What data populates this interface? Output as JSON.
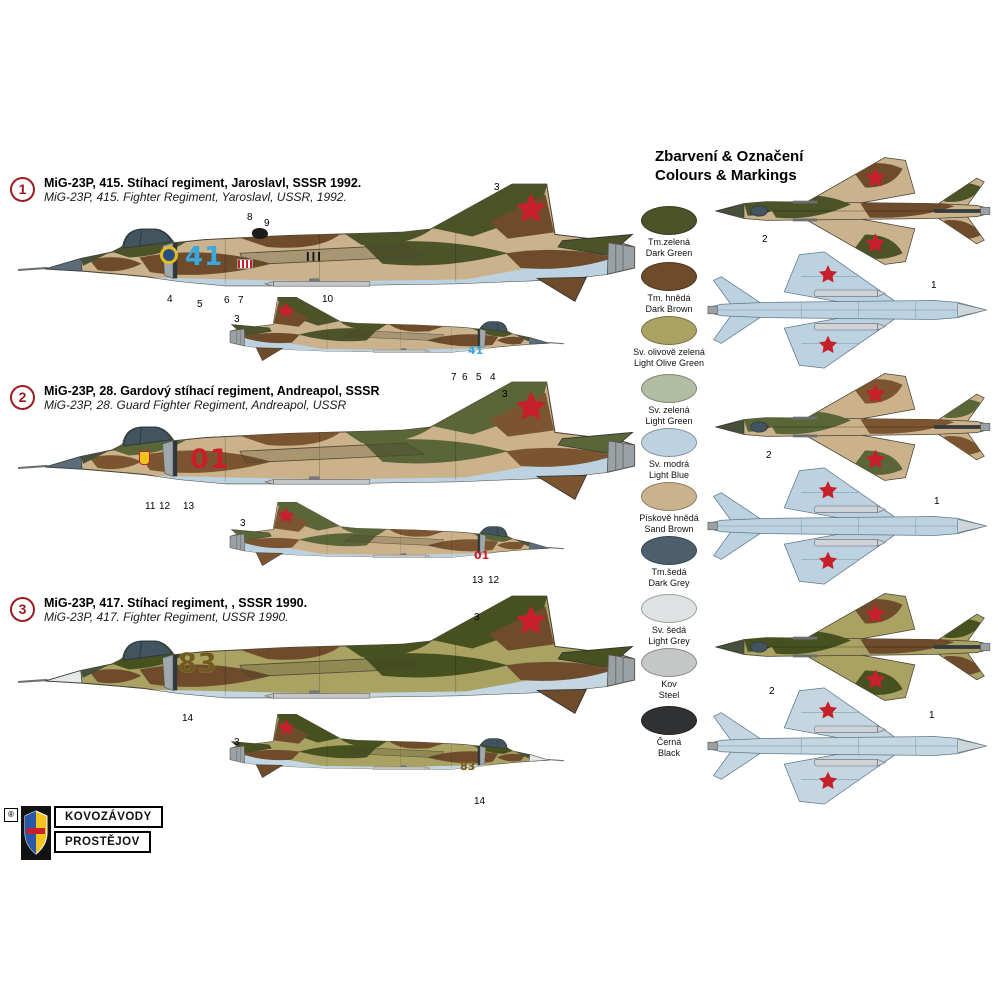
{
  "sheet": {
    "title_cz": "Zbarvení & Označení",
    "title_en": "Colours & Markings"
  },
  "schemes": [
    {
      "number": "1",
      "title_cz": "MiG-23P, 415. Stíhací regiment, Jaroslavl, SSSR 1992.",
      "title_en": "MiG-23P, 415. Fighter Regiment, Yaroslavl, USSR, 1992.",
      "tail_number": "41",
      "tail_number_color": "#3aa7dd",
      "aux_marking": "III",
      "big_callouts": [
        "3",
        "8",
        "9",
        "4",
        "5",
        "6",
        "7",
        "10"
      ],
      "small_callouts": [
        "3",
        "7",
        "6",
        "5",
        "4"
      ]
    },
    {
      "number": "2",
      "title_cz": "MiG-23P, 28. Gardový stíhací regiment, Andreapol, SSSR",
      "title_en": "MiG-23P, 28. Guard Fighter Regiment, Andreapol, USSR",
      "tail_number": "01",
      "tail_number_color": "#c6202a",
      "big_callouts": [
        "3",
        "11",
        "12",
        "13"
      ],
      "small_callouts": [
        "3",
        "13",
        "12"
      ]
    },
    {
      "number": "3",
      "title_cz": "MiG-23P, 417. Stíhací regiment, , SSSR 1990.",
      "title_en": "MiG-23P, 417. Fighter Regiment,  USSR 1990.",
      "tail_number": "83",
      "tail_number_color": "#6f5a22",
      "big_callouts": [
        "3",
        "14"
      ],
      "small_callouts": [
        "3",
        "14"
      ]
    }
  ],
  "colors": [
    {
      "name_cz": "Tm.zelená",
      "name_en": "Dark Green",
      "hex": "#4c5329"
    },
    {
      "name_cz": "Tm. hnědá",
      "name_en": "Dark Brown",
      "hex": "#6d4b2b"
    },
    {
      "name_cz": "Sv. olivově zelená",
      "name_en": "Light Olive Green",
      "hex": "#a9a263"
    },
    {
      "name_cz": "Sv. zelená",
      "name_en": "Light Green",
      "hex": "#b2bda4"
    },
    {
      "name_cz": "Sv. modrá",
      "name_en": "Light Blue",
      "hex": "#bdd2e0"
    },
    {
      "name_cz": "Pískově hnědá",
      "name_en": "Sand Brown",
      "hex": "#c9b28c"
    },
    {
      "name_cz": "Tm.šedá",
      "name_en": "Dark Grey",
      "hex": "#4d5f6c"
    },
    {
      "name_cz": "Sv. šedá",
      "name_en": "Light Grey",
      "hex": "#dfe2e3"
    },
    {
      "name_cz": "Kov",
      "name_en": "Steel",
      "hex": "#c5c7c6"
    },
    {
      "name_cz": "Černá",
      "name_en": "Black",
      "hex": "#2f3133"
    }
  ],
  "plan": {
    "top_callout": "1",
    "bottom_callout": "2"
  },
  "logo": {
    "mark": "®",
    "line1": "KOVOZÁVODY",
    "line2": "PROSTĚJOV"
  }
}
